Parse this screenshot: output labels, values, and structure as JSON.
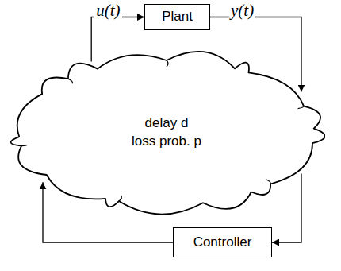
{
  "diagram": {
    "nodes": [
      {
        "text": [
          "Plant"
        ]
      },
      {
        "text": [
          "delay d",
          "loss prob. p"
        ]
      },
      {
        "text": [
          "Controller"
        ]
      }
    ],
    "edges": [
      {
        "from": 0,
        "to": 1,
        "arrow": "to",
        "label": "y(t)"
      },
      {
        "from": 1,
        "to": 2,
        "arrow": "to"
      },
      {
        "from": 2,
        "to": 1,
        "arrow": "to"
      },
      {
        "from": 1,
        "to": 0,
        "arrow": "to",
        "label": "u(t)"
      }
    ]
  }
}
